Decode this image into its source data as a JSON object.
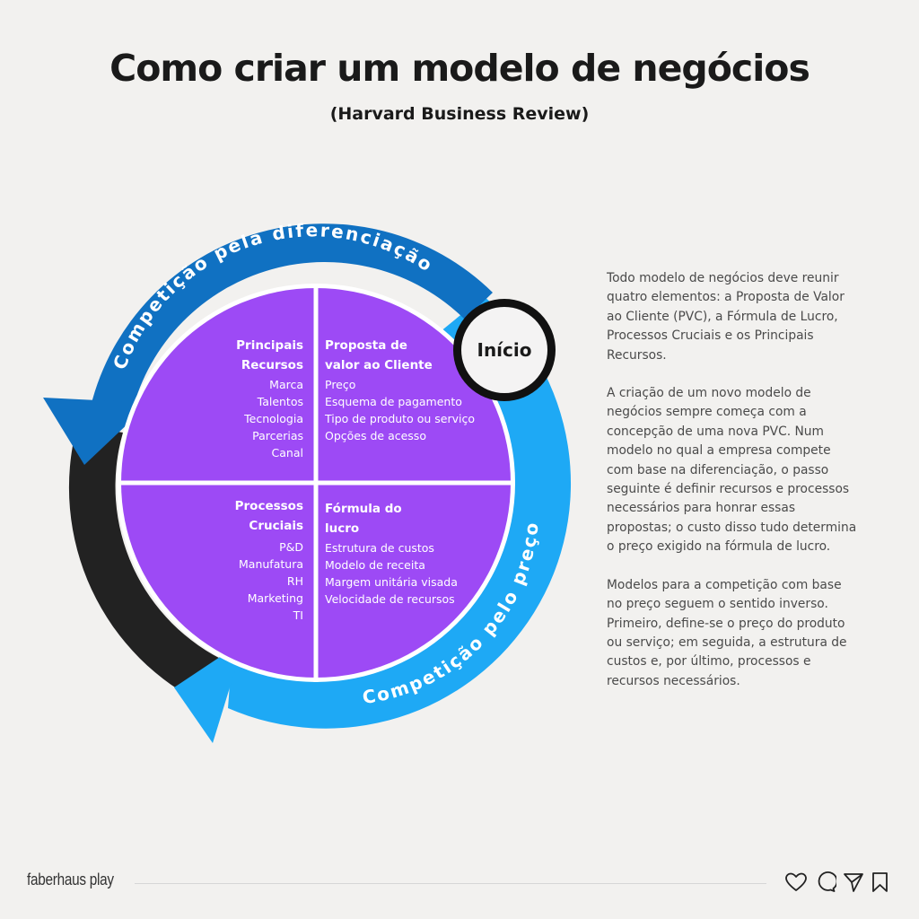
{
  "header": {
    "title": "Como criar um modelo de negócios",
    "subtitle": "(Harvard Business Review)"
  },
  "diagram": {
    "arc_top_label": "Competição pela diferenciação",
    "arc_bottom_label": "Competição pelo preço",
    "start_label": "Início",
    "quadrants": {
      "top_left": {
        "title_lines": [
          "Principais",
          "Recursos"
        ],
        "items": [
          "Marca",
          "Talentos",
          "Tecnologia",
          "Parcerias",
          "Canal"
        ]
      },
      "top_right": {
        "title_lines": [
          "Proposta de",
          "valor ao Cliente"
        ],
        "items": [
          "Preço",
          "Esquema de pagamento",
          "Tipo de produto ou serviço",
          "Opções de acesso"
        ]
      },
      "bottom_left": {
        "title_lines": [
          "Processos",
          "Cruciais"
        ],
        "items": [
          "P&D",
          "Manufatura",
          "RH",
          "Marketing",
          "TI"
        ]
      },
      "bottom_right": {
        "title_lines": [
          "Fórmula do",
          "lucro"
        ],
        "items": [
          "Estrutura de custos",
          "Modelo de receita",
          "Margem unitária visada",
          "Velocidade de recursos"
        ]
      }
    },
    "colors": {
      "quadrant_fill": "#9d4af5",
      "arrow_dark_blue": "#1071c2",
      "arrow_light_blue": "#1ea9f5",
      "arc_black": "#222222",
      "start_ring": "#111111"
    }
  },
  "description": {
    "paragraphs": [
      "Todo modelo de negócios deve reunir quatro elementos: a Proposta de Valor ao Cliente (PVC), a Fórmula de Lucro, Processos Cruciais e os Principais Recursos.",
      "A criação de um novo modelo de negócios sempre começa com a concepção de uma nova PVC. Num modelo no qual a empresa compete com base na diferenciação, o passo seguinte é definir recursos e processos necessários para honrar essas propostas; o custo disso tudo determina o preço exigido na fórmula de lucro.",
      "Modelos para a competição com base no preço seguem o sentido inverso. Primeiro, define-se o preço do produto ou serviço; em seguida, a estrutura de custos e, por último, processos e recursos necessários."
    ]
  },
  "footer": {
    "brand": "faberhaus play",
    "icons": [
      "heart-icon",
      "comment-icon",
      "share-icon",
      "bookmark-icon"
    ]
  }
}
